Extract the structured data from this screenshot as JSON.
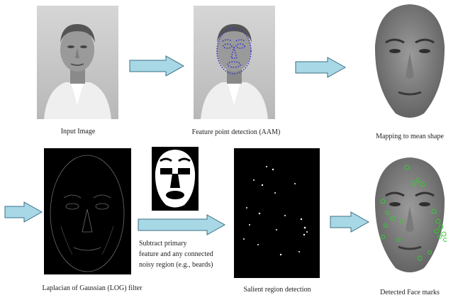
{
  "captions": {
    "input_image": "Input Image",
    "feature_point_detection": "Feature point detection (AAM)",
    "mapping_to_mean_shape": "Mapping to mean shape",
    "log_filter": "Laplacian of Gaussian (LOG) filter",
    "salient_region_detection": "Salient region detection",
    "detected_face_marks": "Detected Face marks"
  },
  "subtract_note": {
    "line1": "Subtract primary",
    "line2": "feature and any connected",
    "line3": "noisy region (e.g., beards)"
  },
  "colors": {
    "arrow_fill": "#a8d8e6",
    "arrow_stroke": "#3b6f86",
    "landmark": "#3333cc",
    "face_mark": "#33cc33"
  }
}
